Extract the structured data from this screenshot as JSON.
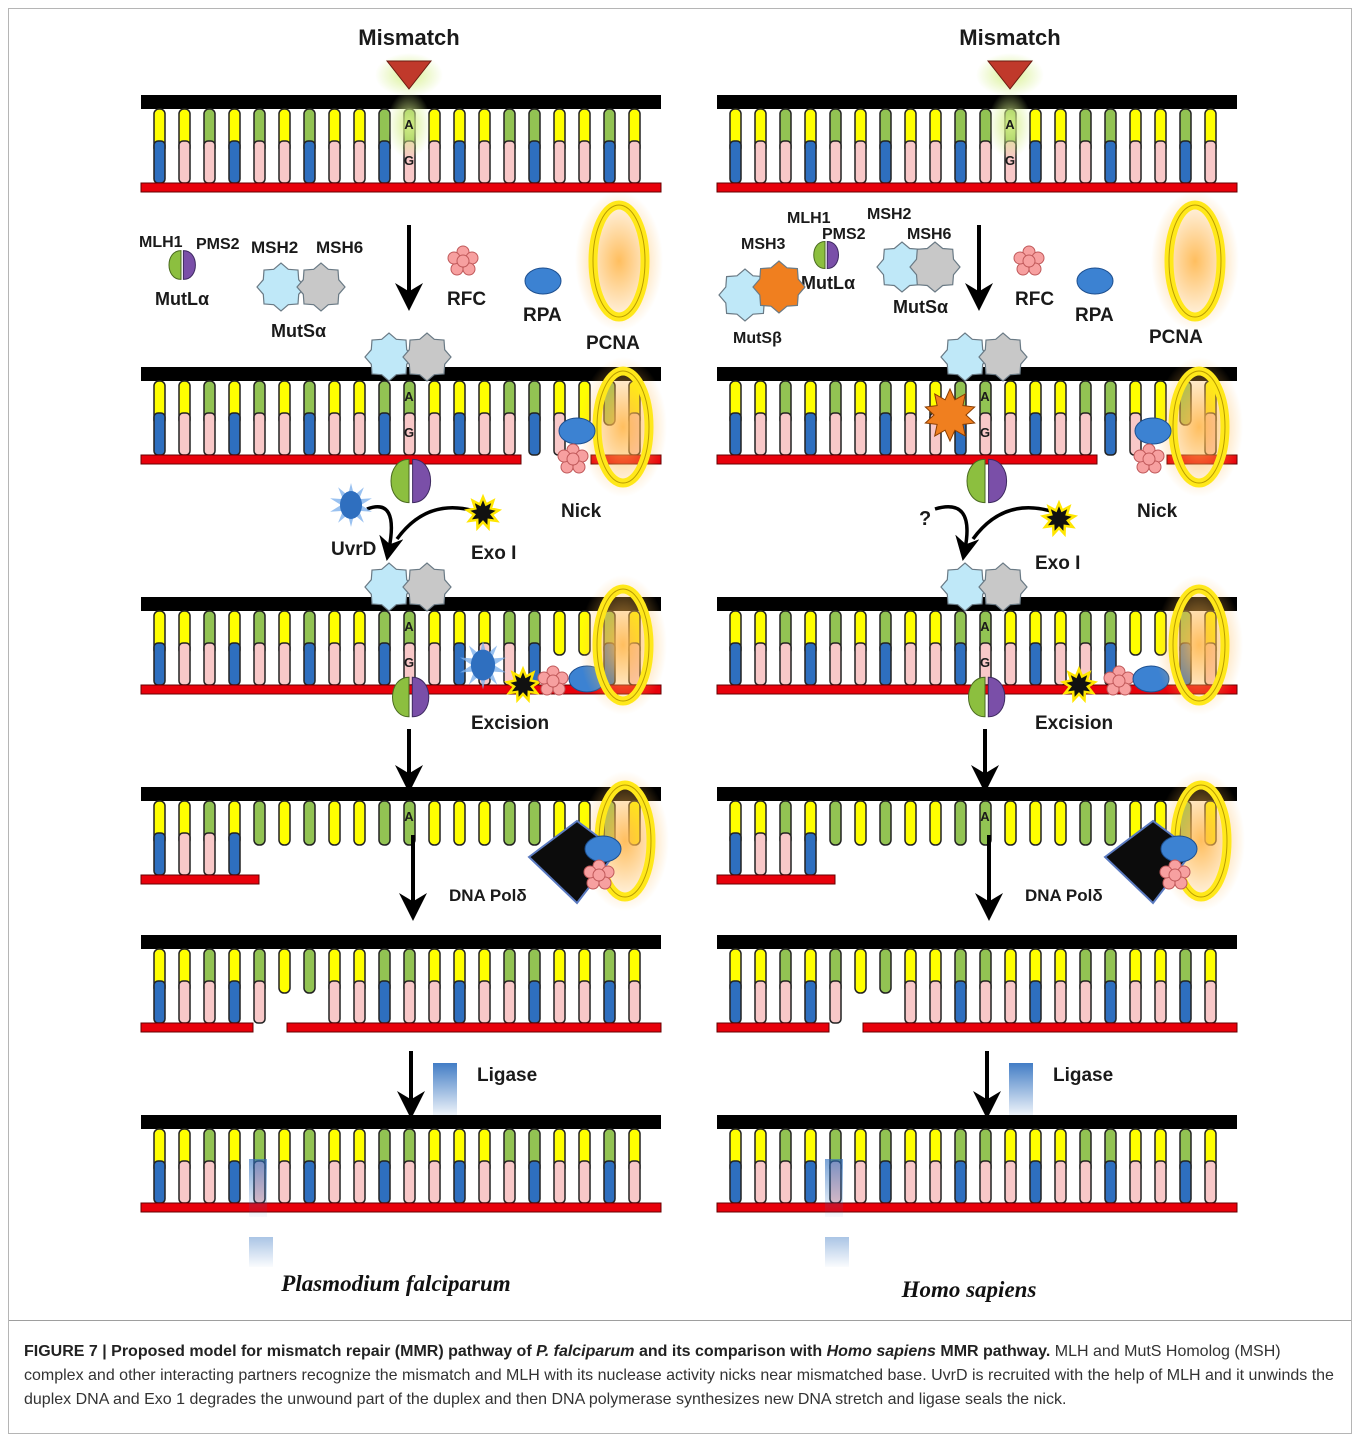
{
  "labels": {
    "mismatch": "Mismatch",
    "mlh1": "MLH1",
    "pms2": "PMS2",
    "mutla": "MutLα",
    "msh2": "MSH2",
    "msh6": "MSH6",
    "msh3": "MSH3",
    "mutsa": "MutSα",
    "mutsb": "MutSβ",
    "rfc": "RFC",
    "rpa": "RPA",
    "pcna": "PCNA",
    "nick": "Nick",
    "uvrd": "UvrD",
    "exo1": "Exo I",
    "question": "?",
    "excision": "Excision",
    "dnapol": "DNA Polδ",
    "ligase": "Ligase",
    "base_a": "A",
    "base_g": "G"
  },
  "species": {
    "left": "Plasmodium falciparum",
    "right": "Homo sapiens"
  },
  "caption": {
    "figure": "FIGURE 7 | Proposed model for mismatch repair (MMR) pathway of ",
    "title_italic_1": "P. falciparum",
    "title_mid": " and its comparison with ",
    "title_italic_2": "Homo sapiens",
    "title_end": " MMR pathway.",
    "body": " MLH and MutS Homolog (MSH) complex and other interacting partners recognize the mismatch and MLH with its nuclease activity nicks near mismatched base. UvrD is recruited with the help of MLH and it unwinds the duplex DNA and Exo 1 degrades the unwound part of the duplex and then DNA polymerase synthesizes new DNA stretch and ligase seals the nick."
  },
  "colors": {
    "backbone_top": "#000000",
    "backbone_bottom": "#e8000b",
    "base_yellow": "#ffff00",
    "base_green": "#92c353",
    "base_blue": "#2e6fbf",
    "base_pink": "#f8c8c8",
    "mismatch_marker": "#c0392b",
    "pcna_ring": "#ffe81a",
    "msh2": "#bfe8f8",
    "msh6": "#c8c8c8",
    "msh3": "#f07f1f",
    "mlh1": "#8cbf3f",
    "pms2": "#7a4fa8",
    "rfc": "#f7a0a0",
    "rpa": "#3c82d2",
    "exo": "#111111",
    "uvrd": "#2f6fbf"
  }
}
